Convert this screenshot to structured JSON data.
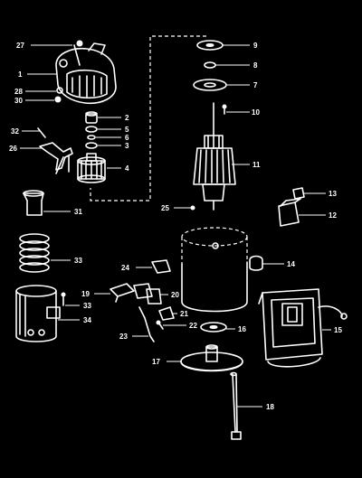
{
  "callouts": [
    {
      "id": "1",
      "text": "1"
    },
    {
      "id": "2",
      "text": "2"
    },
    {
      "id": "3",
      "text": "3"
    },
    {
      "id": "4",
      "text": "4"
    },
    {
      "id": "5",
      "text": "5"
    },
    {
      "id": "6",
      "text": "6"
    },
    {
      "id": "7",
      "text": "7"
    },
    {
      "id": "8",
      "text": "8"
    },
    {
      "id": "9",
      "text": "9"
    },
    {
      "id": "10",
      "text": "10"
    },
    {
      "id": "11",
      "text": "11"
    },
    {
      "id": "12",
      "text": "12"
    },
    {
      "id": "13",
      "text": "13"
    },
    {
      "id": "14",
      "text": "14"
    },
    {
      "id": "15",
      "text": "15"
    },
    {
      "id": "16",
      "text": "16"
    },
    {
      "id": "17",
      "text": "17"
    },
    {
      "id": "18",
      "text": "18"
    },
    {
      "id": "19",
      "text": "19"
    },
    {
      "id": "20",
      "text": "20"
    },
    {
      "id": "21",
      "text": "21"
    },
    {
      "id": "22",
      "text": "22"
    },
    {
      "id": "23",
      "text": "23"
    },
    {
      "id": "24",
      "text": "24"
    },
    {
      "id": "25",
      "text": "25"
    },
    {
      "id": "26",
      "text": "26"
    },
    {
      "id": "27",
      "text": "27"
    },
    {
      "id": "28",
      "text": "28"
    },
    {
      "id": "30",
      "text": "30"
    },
    {
      "id": "31",
      "text": "31"
    },
    {
      "id": "32",
      "text": "32"
    },
    {
      "id": "33a",
      "text": "33"
    },
    {
      "id": "33b",
      "text": "33"
    },
    {
      "id": "34",
      "text": "34"
    }
  ],
  "colors": {
    "background": "#000000",
    "line": "#ffffff"
  }
}
